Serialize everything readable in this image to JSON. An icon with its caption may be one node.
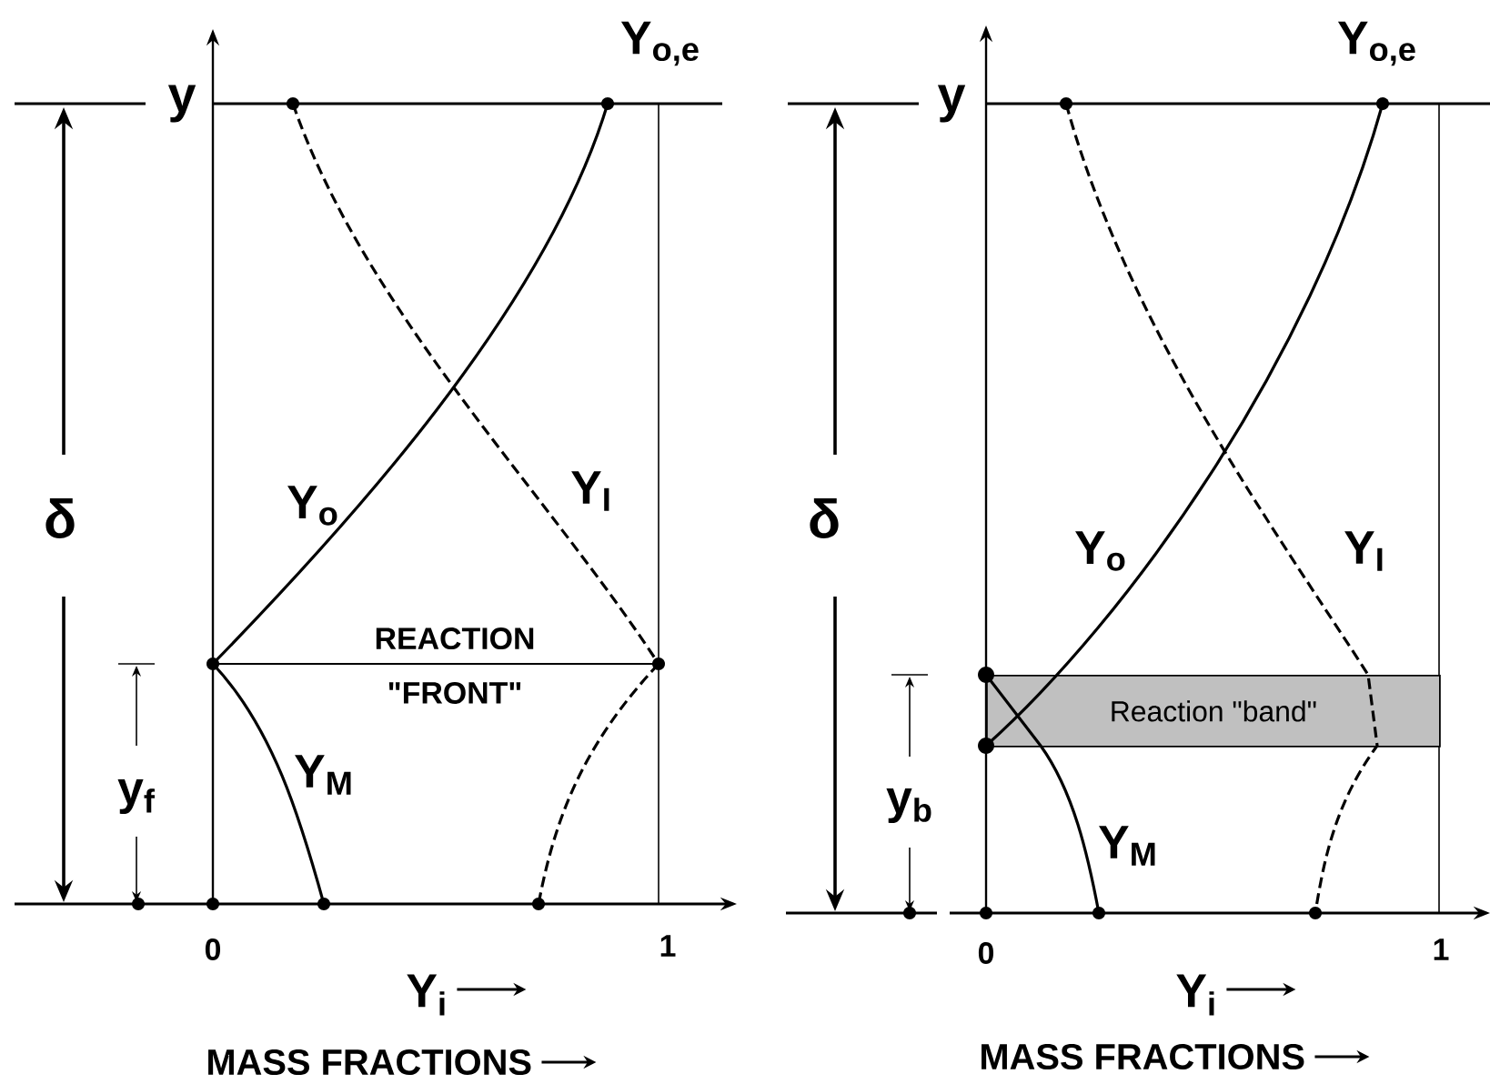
{
  "diagram": {
    "nodes": [
      {
        "text": [
          "Reaction \"band\""
        ]
      }
    ],
    "labels": [
      "Y$_{o,e}$",
      "y",
      "δ",
      "Y$_{o}$",
      "Y$_{I}$",
      "REACTION \"FRONT\"",
      "Y$_{M}$",
      "y$_{f}$",
      "0",
      "1",
      "Y$_{i}$",
      "MASS FRACTIONS",
      "Y$_{o,e}$",
      "y",
      "δ",
      "Y$_{o}$",
      "Y$_{I}$",
      "y$_{b}$",
      "Y$_{M}$",
      "0",
      "1",
      "Y$_{i}$",
      "MASS FRACTIONS"
    ]
  }
}
